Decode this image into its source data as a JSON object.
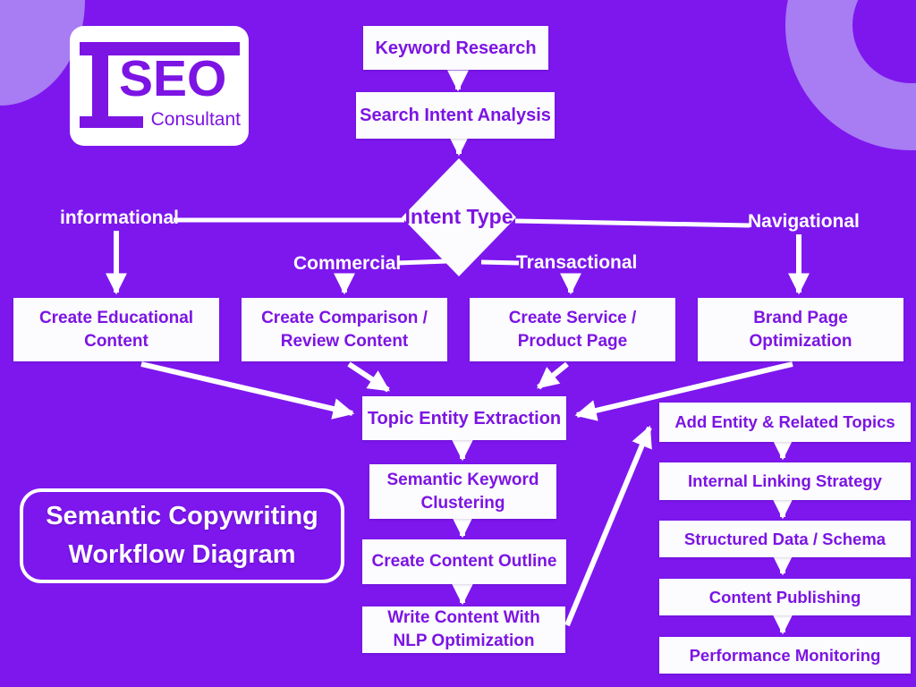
{
  "logo": {
    "brand": "SEO",
    "subtitle": "Consultant"
  },
  "title": "Semantic Copywriting Workflow Diagram",
  "colors": {
    "background": "#7d17ee",
    "accent_light": "#a87cf3",
    "node_background": "#fcfbfd",
    "node_text": "#7c14e4",
    "connector": "#ffffff"
  },
  "flow": {
    "top": [
      {
        "label": "Keyword Research"
      },
      {
        "label": "Search Intent Analysis"
      }
    ],
    "decision": {
      "label": "Intent Type"
    },
    "branches": [
      {
        "label": "informational",
        "target": "Create Educational Content"
      },
      {
        "label": "Commercial",
        "target": "Create Comparison / Review Content"
      },
      {
        "label": "Transactional",
        "target": "Create Service / Product Page"
      },
      {
        "label": "Navigational",
        "target": "Brand Page Optimization"
      }
    ],
    "center": [
      {
        "label": "Topic Entity Extraction"
      },
      {
        "label": "Semantic Keyword Clustering"
      },
      {
        "label": "Create Content Outline"
      },
      {
        "label": "Write Content With NLP Optimization"
      }
    ],
    "right": [
      {
        "label": "Add Entity & Related Topics"
      },
      {
        "label": "Internal Linking Strategy"
      },
      {
        "label": "Structured Data / Schema"
      },
      {
        "label": "Content Publishing"
      },
      {
        "label": "Performance Monitoring"
      }
    ]
  }
}
